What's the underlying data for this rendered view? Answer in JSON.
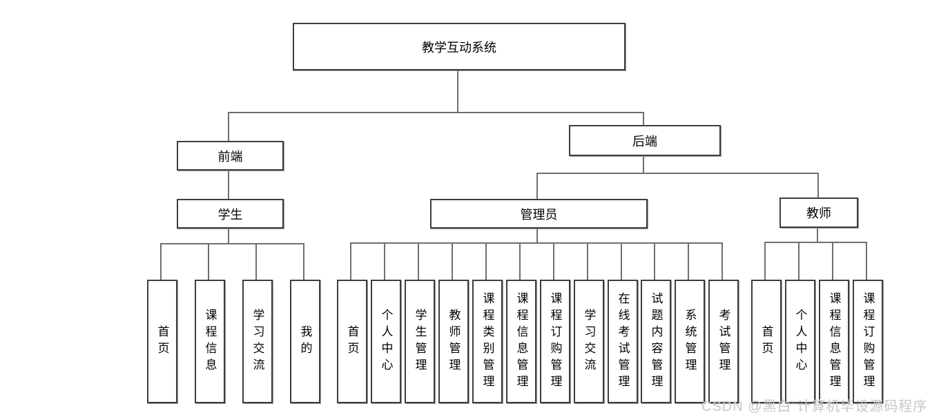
{
  "tree": {
    "root": "教学互动系统",
    "frontend": "前端",
    "backend": "后端",
    "student": "学生",
    "admin": "管理员",
    "teacher": "教师",
    "student_children": [
      "首页",
      "课程信息",
      "学习交流",
      "我的"
    ],
    "admin_children": [
      "首页",
      "个人中心",
      "学生管理",
      "教师管理",
      "课程类别管理",
      "课程信息管理",
      "课程订购管理",
      "学习交流",
      "在线考试管理",
      "试题内容管理",
      "系统管理",
      "考试管理"
    ],
    "teacher_children": [
      "首页",
      "个人中心",
      "课程信息管理",
      "课程订购管理"
    ]
  },
  "watermark": "CSDN @黑白ˉ计算机毕设源码程序",
  "colors": {
    "background": "#ffffff",
    "box_border": "#3d3d3d",
    "connector_line": "#6e6e6e",
    "text": "#000000",
    "watermark_text": "#c7c7c7"
  }
}
